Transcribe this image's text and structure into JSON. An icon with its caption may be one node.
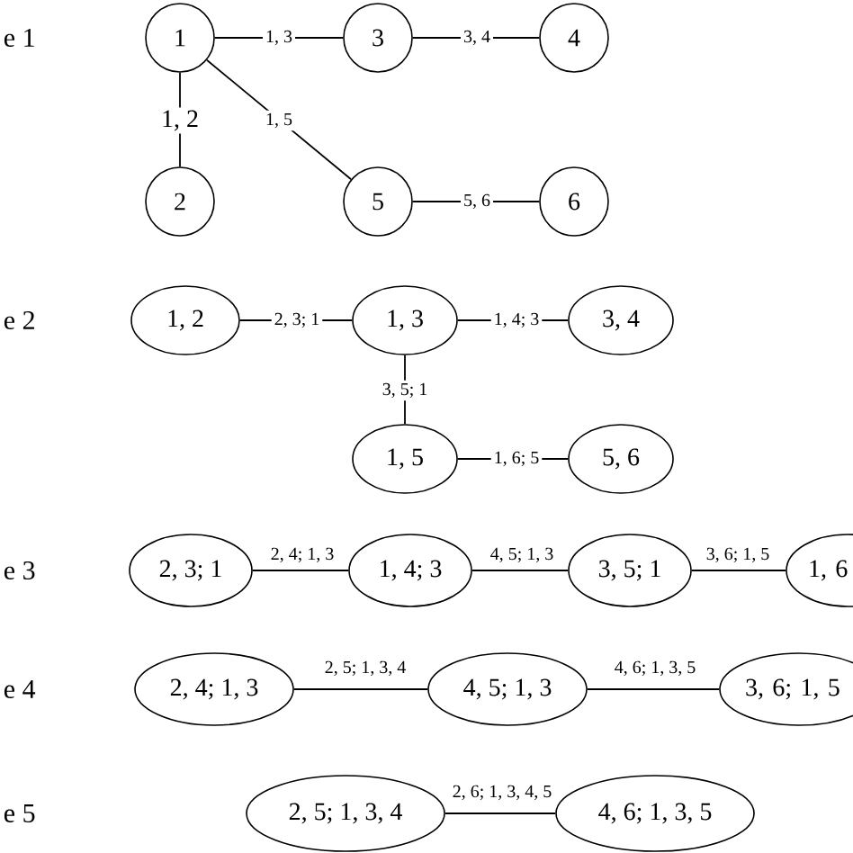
{
  "diagram": {
    "nodes": [
      {
        "text": [
          "1"
        ]
      },
      {
        "text": [
          "3"
        ]
      },
      {
        "text": [
          "4"
        ]
      },
      {
        "text": [
          "2"
        ]
      },
      {
        "text": [
          "5"
        ]
      },
      {
        "text": [
          "6"
        ]
      },
      {
        "text": [
          "1, 2"
        ]
      },
      {
        "text": [
          "1, 3"
        ]
      },
      {
        "text": [
          "3, 4"
        ]
      },
      {
        "text": [
          "1, 5"
        ]
      },
      {
        "text": [
          "5, 6"
        ]
      },
      {
        "text": [
          "2, 3; 1"
        ]
      },
      {
        "text": [
          "1, 4; 3"
        ]
      },
      {
        "text": [
          "3, 5; 1"
        ]
      },
      {
        "text": [
          "1, 6"
        ]
      },
      {
        "text": [
          "2, 4; 1, 3"
        ]
      },
      {
        "text": [
          "4, 5; 1, 3"
        ]
      },
      {
        "text": [
          "3, 6; 1, 5"
        ]
      },
      {
        "text": [
          "2, 5; 1, 3, 4"
        ]
      },
      {
        "text": [
          "4, 6; 1, 3, 5"
        ]
      }
    ],
    "edges": [
      {
        "from": 0,
        "to": 1,
        "arrow": "none",
        "label": "1, 3"
      },
      {
        "from": 1,
        "to": 2,
        "arrow": "none",
        "label": "3, 4"
      },
      {
        "from": 0,
        "to": 3,
        "arrow": "none",
        "label": "1, 2"
      },
      {
        "from": 0,
        "to": 4,
        "arrow": "none",
        "label": "1, 5"
      },
      {
        "from": 4,
        "to": 5,
        "arrow": "none",
        "label": "5, 6"
      },
      {
        "from": 6,
        "to": 7,
        "arrow": "none",
        "label": "2, 3; 1"
      },
      {
        "from": 7,
        "to": 8,
        "arrow": "none",
        "label": "1, 4; 3"
      },
      {
        "from": 7,
        "to": 9,
        "arrow": "none",
        "label": "3, 5; 1"
      },
      {
        "from": 9,
        "to": 10,
        "arrow": "none",
        "label": "1, 6; 5"
      },
      {
        "from": 11,
        "to": 12,
        "arrow": "none",
        "label": "2, 4; 1, 3"
      },
      {
        "from": 12,
        "to": 13,
        "arrow": "none",
        "label": "4, 5; 1, 3"
      },
      {
        "from": 13,
        "to": 14,
        "arrow": "none",
        "label": "3, 6; 1, 5"
      },
      {
        "from": 15,
        "to": 16,
        "arrow": "none",
        "label": "2, 5; 1, 3, 4"
      },
      {
        "from": 16,
        "to": 17,
        "arrow": "none",
        "label": "4, 6; 1, 3, 5"
      },
      {
        "from": 18,
        "to": 19,
        "arrow": "none",
        "label": "2, 6; 1, 3, 4, 5"
      }
    ],
    "labels": [
      "e 1",
      "e 2",
      "e 3",
      "e 4",
      "e 5"
    ]
  }
}
